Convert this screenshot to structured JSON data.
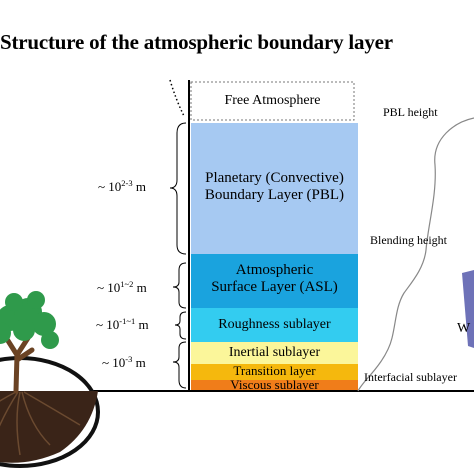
{
  "title": "Structure of the atmospheric boundary layer",
  "scales": [
    {
      "prefix": "~ 10",
      "exp": "2-3",
      "unit": "m"
    },
    {
      "prefix": "~ 10",
      "exp": "1~2",
      "unit": "m"
    },
    {
      "prefix": "~ 10",
      "exp": "-1~1",
      "unit": "m"
    },
    {
      "prefix": "~ 10",
      "exp": "-3",
      "unit": "m"
    }
  ],
  "layers": {
    "free_atmosphere": "Free Atmosphere",
    "pbl_line1": "Planetary (Convective)",
    "pbl_line2": "Boundary Layer (PBL)",
    "asl_line1": "Atmospheric",
    "asl_line2": "Surface Layer (ASL)",
    "roughness": "Roughness sublayer",
    "inertial": "Inertial sublayer",
    "transition": "Transition layer",
    "viscous": "Viscous sublayer"
  },
  "side_labels": {
    "pbl_height": "PBL height",
    "blending_height": "Blending height",
    "interfacial": "Interfacial sublayer",
    "partial_letter": "W"
  },
  "colors": {
    "pbl": "#a6c9f2",
    "asl": "#1aa3de",
    "roughness": "#33ccf0",
    "inertial": "#fbf69a",
    "transition": "#f5b80d",
    "viscous": "#f07d1a"
  }
}
